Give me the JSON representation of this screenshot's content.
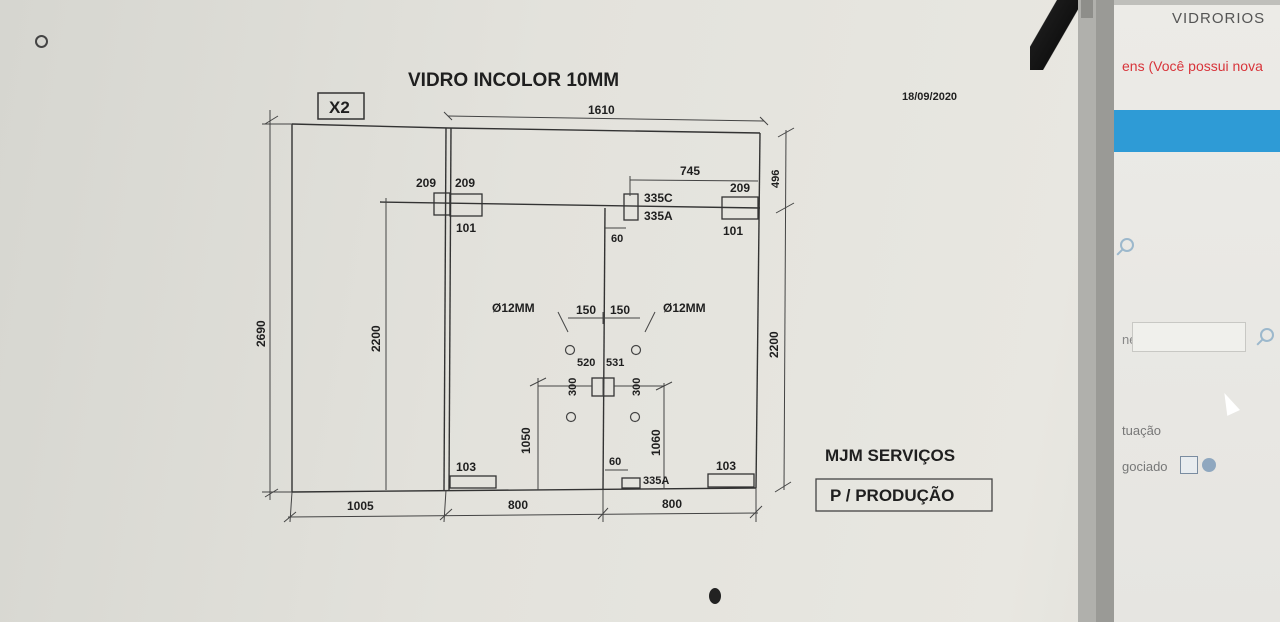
{
  "drawing": {
    "title": "VIDRO INCOLOR 10MM",
    "date": "18/09/2020",
    "quantity": "X2",
    "company": "MJM SERVIÇOS",
    "purpose": "P / PRODUÇÃO",
    "dims": {
      "total_width": "1610",
      "total_height": "2690",
      "left_panel_width": "1005",
      "left_panel_height": "2200",
      "door_left_width": "800",
      "door_right_width": "800",
      "right_height": "2200",
      "top_height": "496",
      "pivot_offset": "745",
      "fitting_a": "209",
      "fitting_b": "209",
      "fitting_c": "209",
      "fitting_101_a": "101",
      "fitting_101_b": "101",
      "code_335c": "335C",
      "code_335a": "335A",
      "code_335a_bottom": "335A",
      "gap_60_top": "60",
      "gap_60_bottom": "60",
      "hole_left": "Ø12MM",
      "hole_right": "Ø12MM",
      "hole_spacing_left": "150",
      "hole_spacing_right": "150",
      "handle_left": "520",
      "handle_right": "531",
      "handle_vert_left": "300",
      "handle_vert_right": "300",
      "height_1050": "1050",
      "height_1060": "1060",
      "foot_103_left": "103",
      "foot_103_right": "103"
    }
  },
  "side_panel": {
    "title": "VIDRORIOS",
    "notice": "ens (Você possui nova",
    "label_ne": "ne",
    "label_situacao": "tuação",
    "label_negociado": "gociado"
  },
  "colors": {
    "accent_blue": "#2e9bd6",
    "notice_red": "#d8343a"
  }
}
